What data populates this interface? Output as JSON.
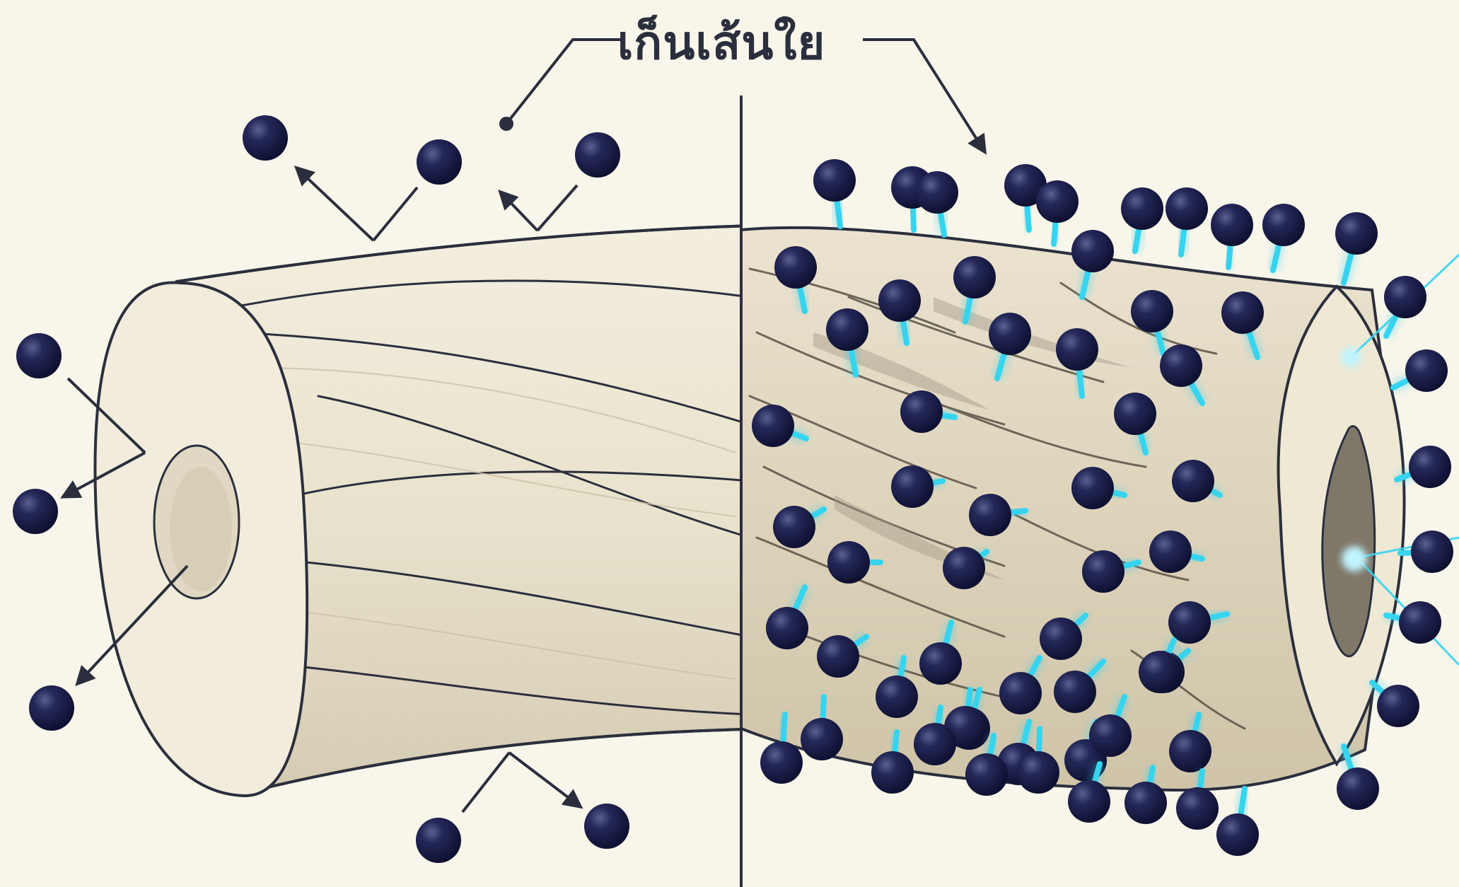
{
  "label": {
    "title": "เก็นเส้นใย"
  },
  "colors": {
    "background": "#f8f5ea",
    "fiber_fill": "#ece6d3",
    "fiber_shade": "#d8d0b8",
    "ink": "#2b2f3d",
    "molecule": "#1c1f45",
    "glow": "#36d4ee"
  },
  "icons": {
    "molecule": "dark-sphere",
    "bond": "cyan-stick"
  }
}
